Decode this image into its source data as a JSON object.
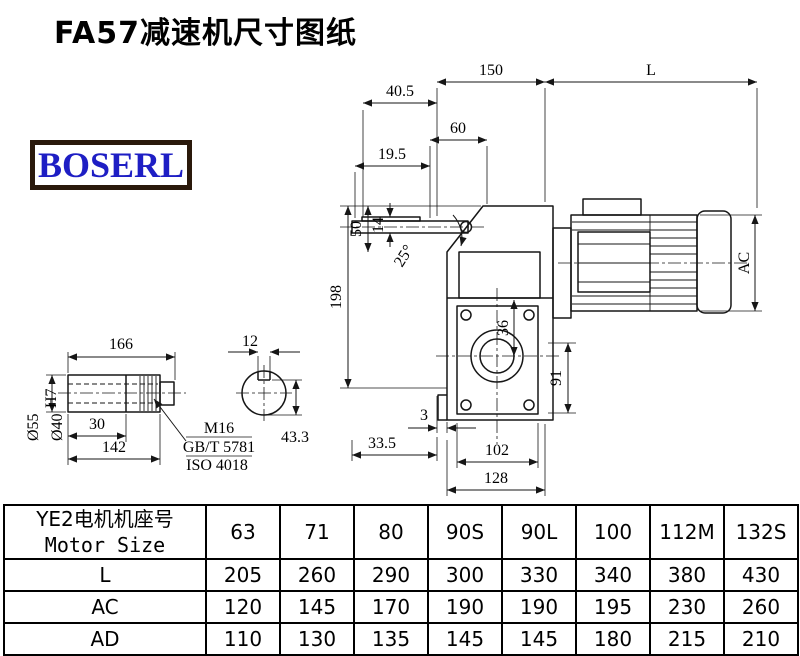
{
  "page": {
    "title": "FA57减速机尺寸图纸"
  },
  "logo": {
    "text": "BOSERL"
  },
  "drawing": {
    "dims": {
      "top_150": "150",
      "top_L": "L",
      "d40_5": "40.5",
      "d60": "60",
      "d19_5": "19.5",
      "d50": "50",
      "d14": "14",
      "angle_25": "25°",
      "d198": "198",
      "d36": "36",
      "d91": "91",
      "d3": "3",
      "d33_5": "33.5",
      "d102": "102",
      "d128": "128",
      "ac_label": "AC",
      "d166": "166",
      "d12": "12",
      "d30": "30",
      "d142": "142",
      "dia55": "Ø55",
      "dia40": "Ø40",
      "dia40_tol": "H7",
      "thread": "M16",
      "std_gb": "GB/T 5781",
      "std_iso": "ISO 4018",
      "d43_3": "43.3"
    }
  },
  "table": {
    "header": {
      "line1": "YE2电机机座号",
      "line2": "Motor Size",
      "sizes": [
        "63",
        "71",
        "80",
        "90S",
        "90L",
        "100",
        "112M",
        "132S"
      ]
    },
    "rows": [
      {
        "label": "L",
        "values": [
          "205",
          "260",
          "290",
          "300",
          "330",
          "340",
          "380",
          "430"
        ]
      },
      {
        "label": "AC",
        "values": [
          "120",
          "145",
          "170",
          "190",
          "190",
          "195",
          "230",
          "260"
        ]
      },
      {
        "label": "AD",
        "values": [
          "110",
          "130",
          "135",
          "145",
          "145",
          "180",
          "215",
          "210"
        ]
      }
    ]
  }
}
